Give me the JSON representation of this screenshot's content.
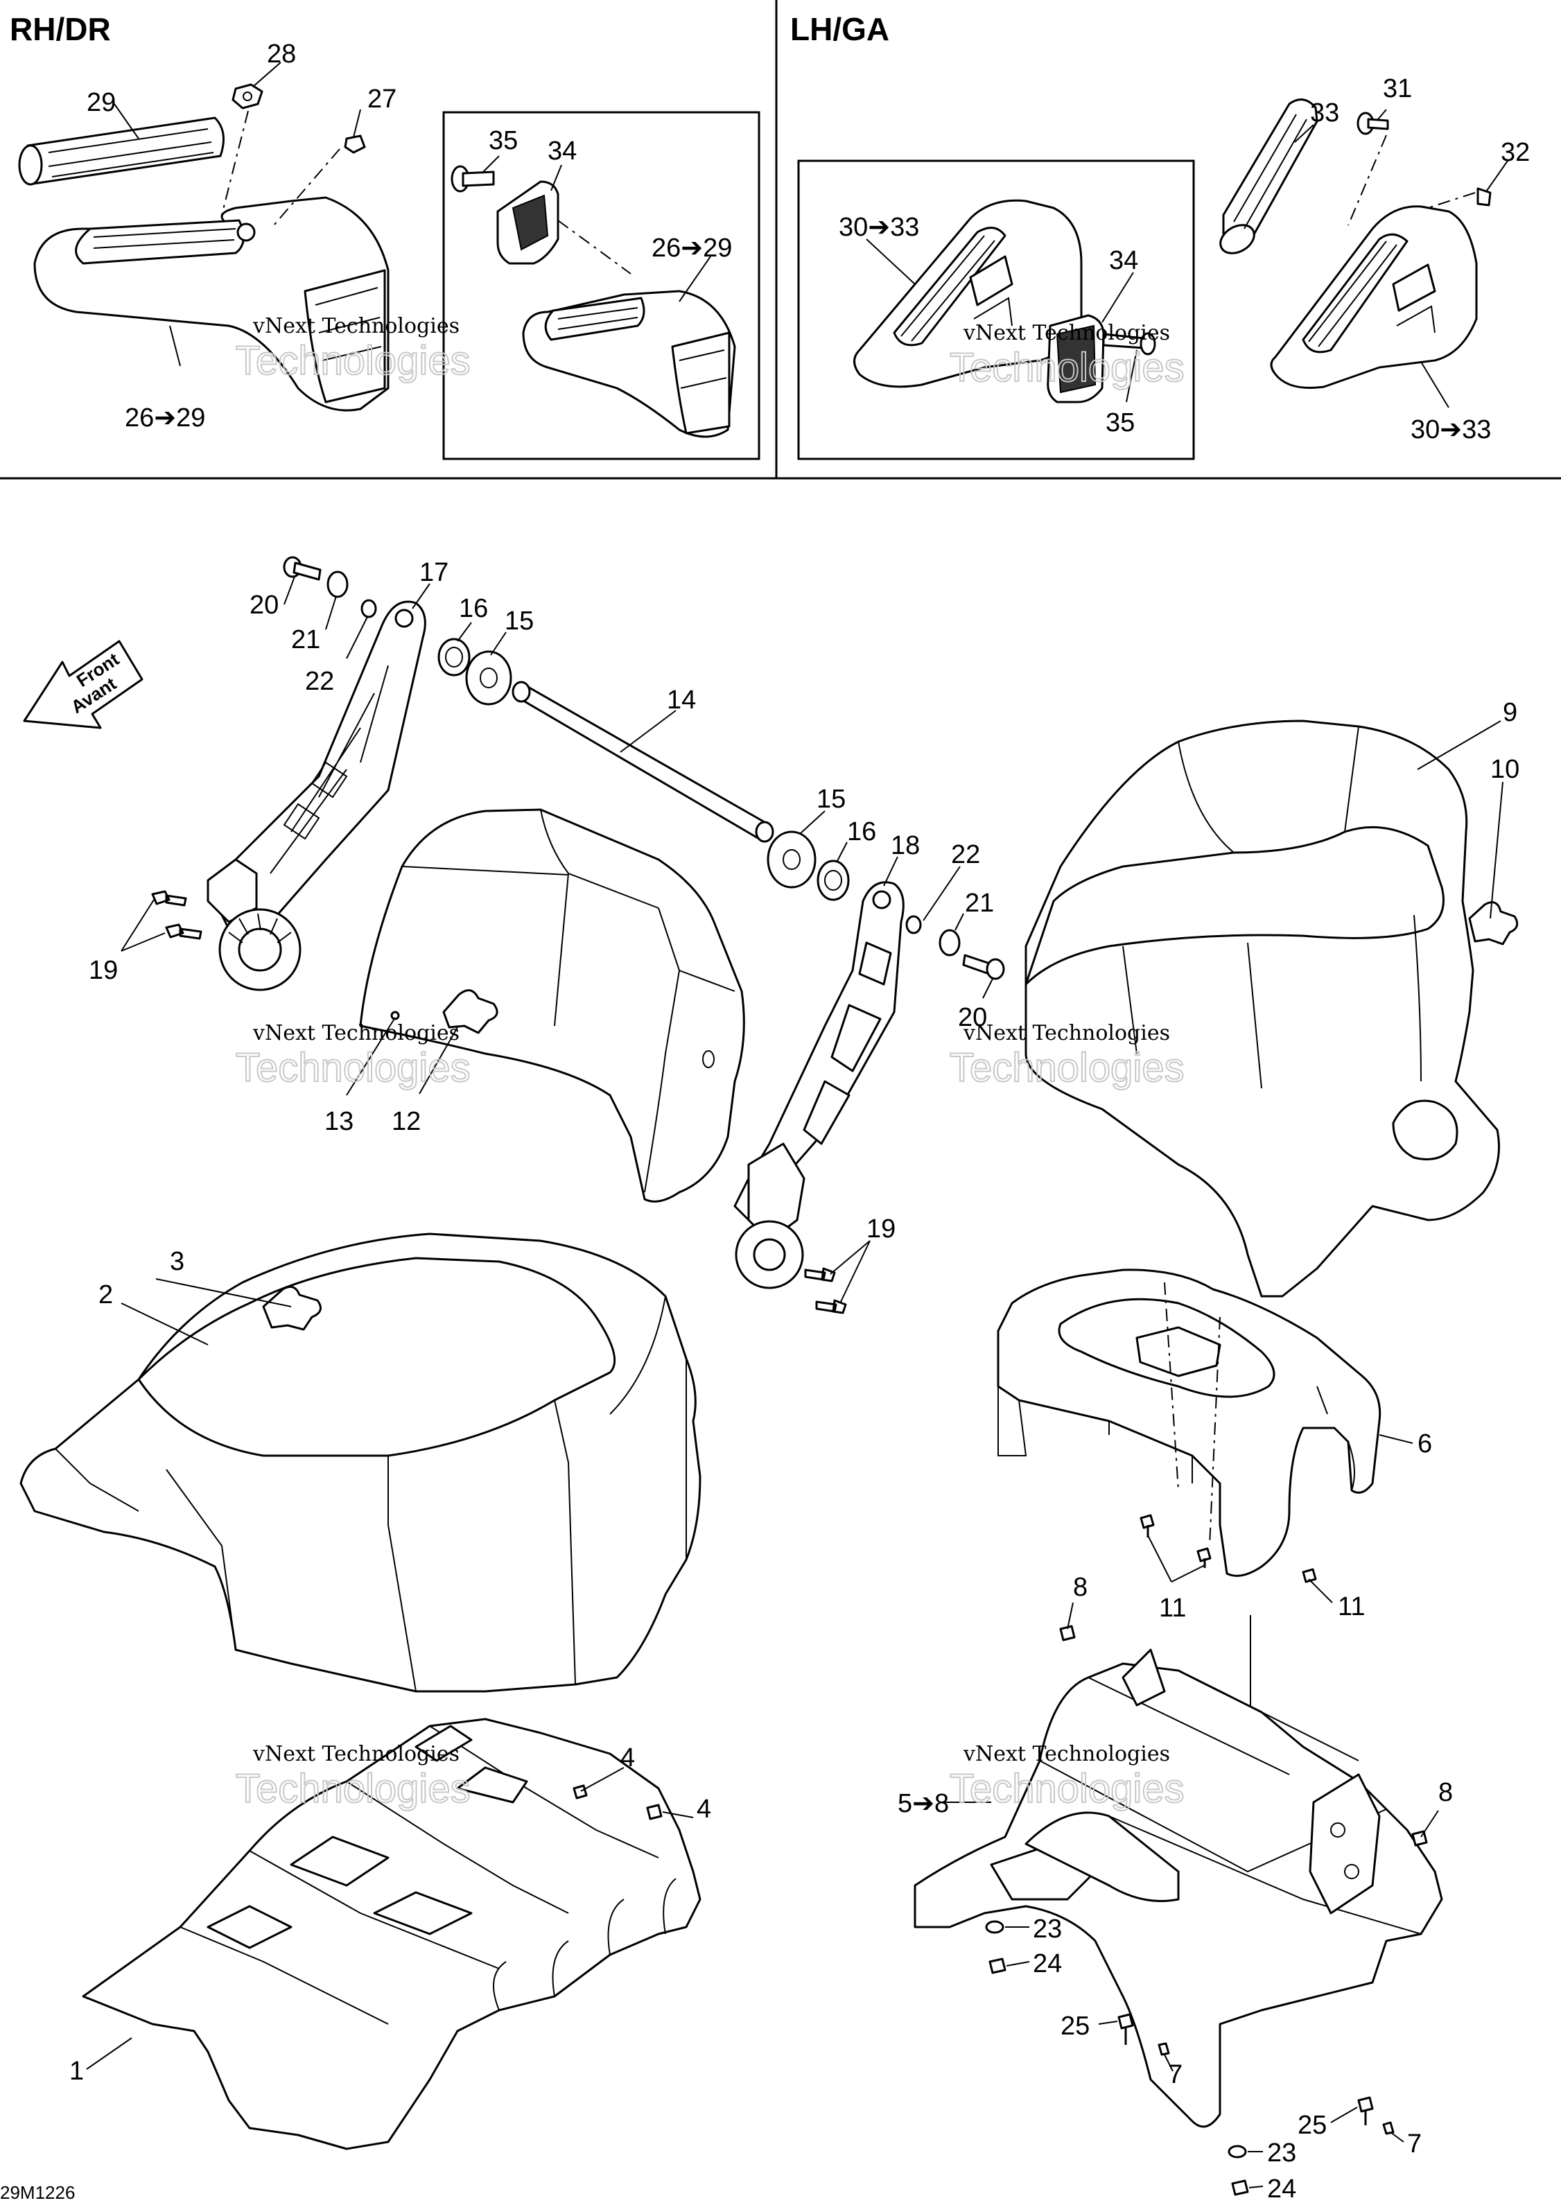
{
  "sections": {
    "rh": "RH/DR",
    "lh": "LH/GA"
  },
  "direction_arrow": {
    "line1": "Front",
    "line2": "Avant"
  },
  "watermark": {
    "line1": "vNext Technologies",
    "line2": "Technologies"
  },
  "drawing_code": "29M1226",
  "callouts": {
    "c1": "1",
    "c2": "2",
    "c3": "3",
    "c4a": "4",
    "c4b": "4",
    "c5": "5➔8",
    "c6": "6",
    "c7a": "7",
    "c7b": "7",
    "c8a": "8",
    "c8b": "8",
    "c9": "9",
    "c10": "10",
    "c11a": "11",
    "c11b": "11",
    "c12": "12",
    "c13": "13",
    "c14": "14",
    "c15a": "15",
    "c15b": "15",
    "c16a": "16",
    "c16b": "16",
    "c17": "17",
    "c18": "18",
    "c19a": "19",
    "c19b": "19",
    "c20a": "20",
    "c20b": "20",
    "c21a": "21",
    "c21b": "21",
    "c22a": "22",
    "c22b": "22",
    "c23a": "23",
    "c23b": "23",
    "c24a": "24",
    "c24b": "24",
    "c25a": "25",
    "c25b": "25",
    "c26a": "26➔29",
    "c26b": "26➔29",
    "c27": "27",
    "c28": "28",
    "c29": "29",
    "c30a": "30➔33",
    "c30b": "30➔33",
    "c31": "31",
    "c32": "32",
    "c33": "33",
    "c34a": "34",
    "c34b": "34",
    "c35a": "35",
    "c35b": "35"
  }
}
